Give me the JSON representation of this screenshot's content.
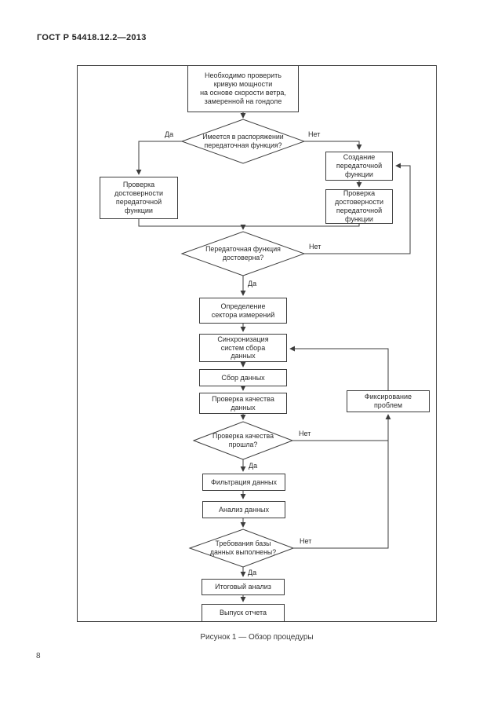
{
  "document": {
    "header": "ГОСТ Р 54418.12.2—2013",
    "caption": "Рисунок 1 — Обзор процедуры",
    "page_number": "8"
  },
  "flowchart": {
    "start": [
      "Необходимо проверить",
      "кривую мощности",
      "на основе скорости ветра,",
      "замеренной на гондоле"
    ],
    "d1": [
      "Имеется в распоряжении",
      "передаточная функция?"
    ],
    "check_left": [
      "Проверка",
      "достоверности",
      "передаточной",
      "функции"
    ],
    "create": [
      "Создание",
      "передаточной",
      "функции"
    ],
    "check_right": [
      "Проверка",
      "достоверности",
      "передаточной",
      "функции"
    ],
    "d2": [
      "Передаточная функция",
      "достоверна?"
    ],
    "sector": [
      "Определение",
      "сектора измерений"
    ],
    "sync": [
      "Синхронизация",
      "систем сбора",
      "данных"
    ],
    "collect": "Сбор данных",
    "quality": [
      "Проверка качества",
      "данных"
    ],
    "d3": [
      "Проверка качества",
      "прошла?"
    ],
    "fix": [
      "Фиксирование",
      "проблем"
    ],
    "filter": "Фильтрация данных",
    "analysis": "Анализ данных",
    "d4": [
      "Требования базы",
      "данных выполнены?"
    ],
    "final": "Итоговый анализ",
    "report": "Выпуск отчета",
    "yes": "Да",
    "no": "Нет"
  }
}
